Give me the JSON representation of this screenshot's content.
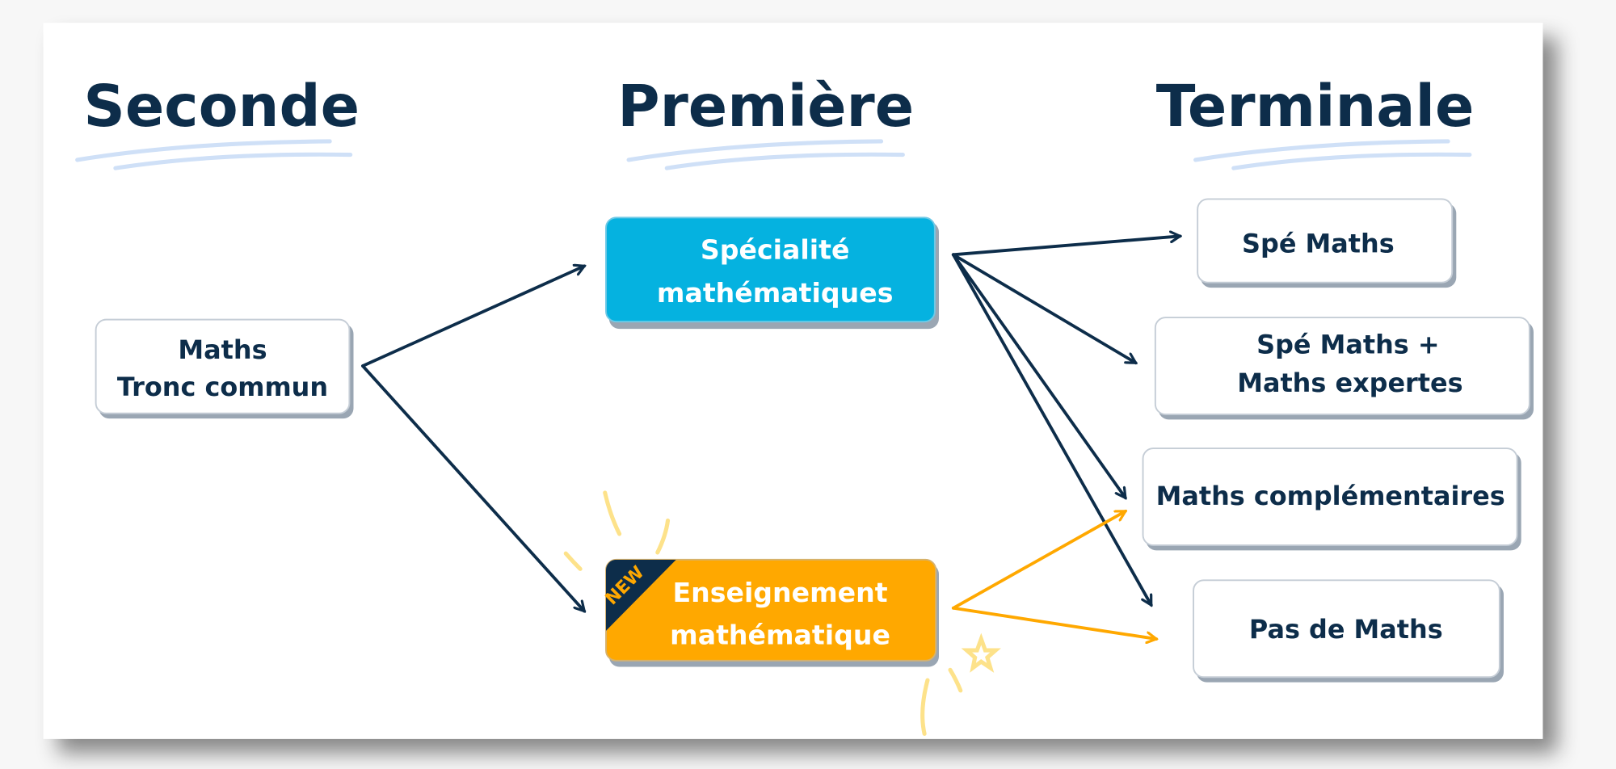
{
  "columns": {
    "seconde": "Seconde",
    "premiere": "Première",
    "terminale": "Terminale"
  },
  "nodes": {
    "tronc_commun": [
      "Maths",
      "Tronc commun"
    ],
    "specialite": [
      "Spécialité",
      "mathématiques"
    ],
    "enseignement": [
      "Enseignement",
      "mathématique"
    ],
    "new_badge": "NEW",
    "spe_maths": "Spé Maths",
    "spe_expertes": [
      "Spé Maths +",
      "Maths expertes"
    ],
    "complementaires": "Maths complémentaires",
    "pas_de_maths": "Pas de Maths"
  },
  "colors": {
    "navy": "#0d2d4a",
    "specialite": "#05b2e0",
    "enseignement": "#ffa800"
  }
}
